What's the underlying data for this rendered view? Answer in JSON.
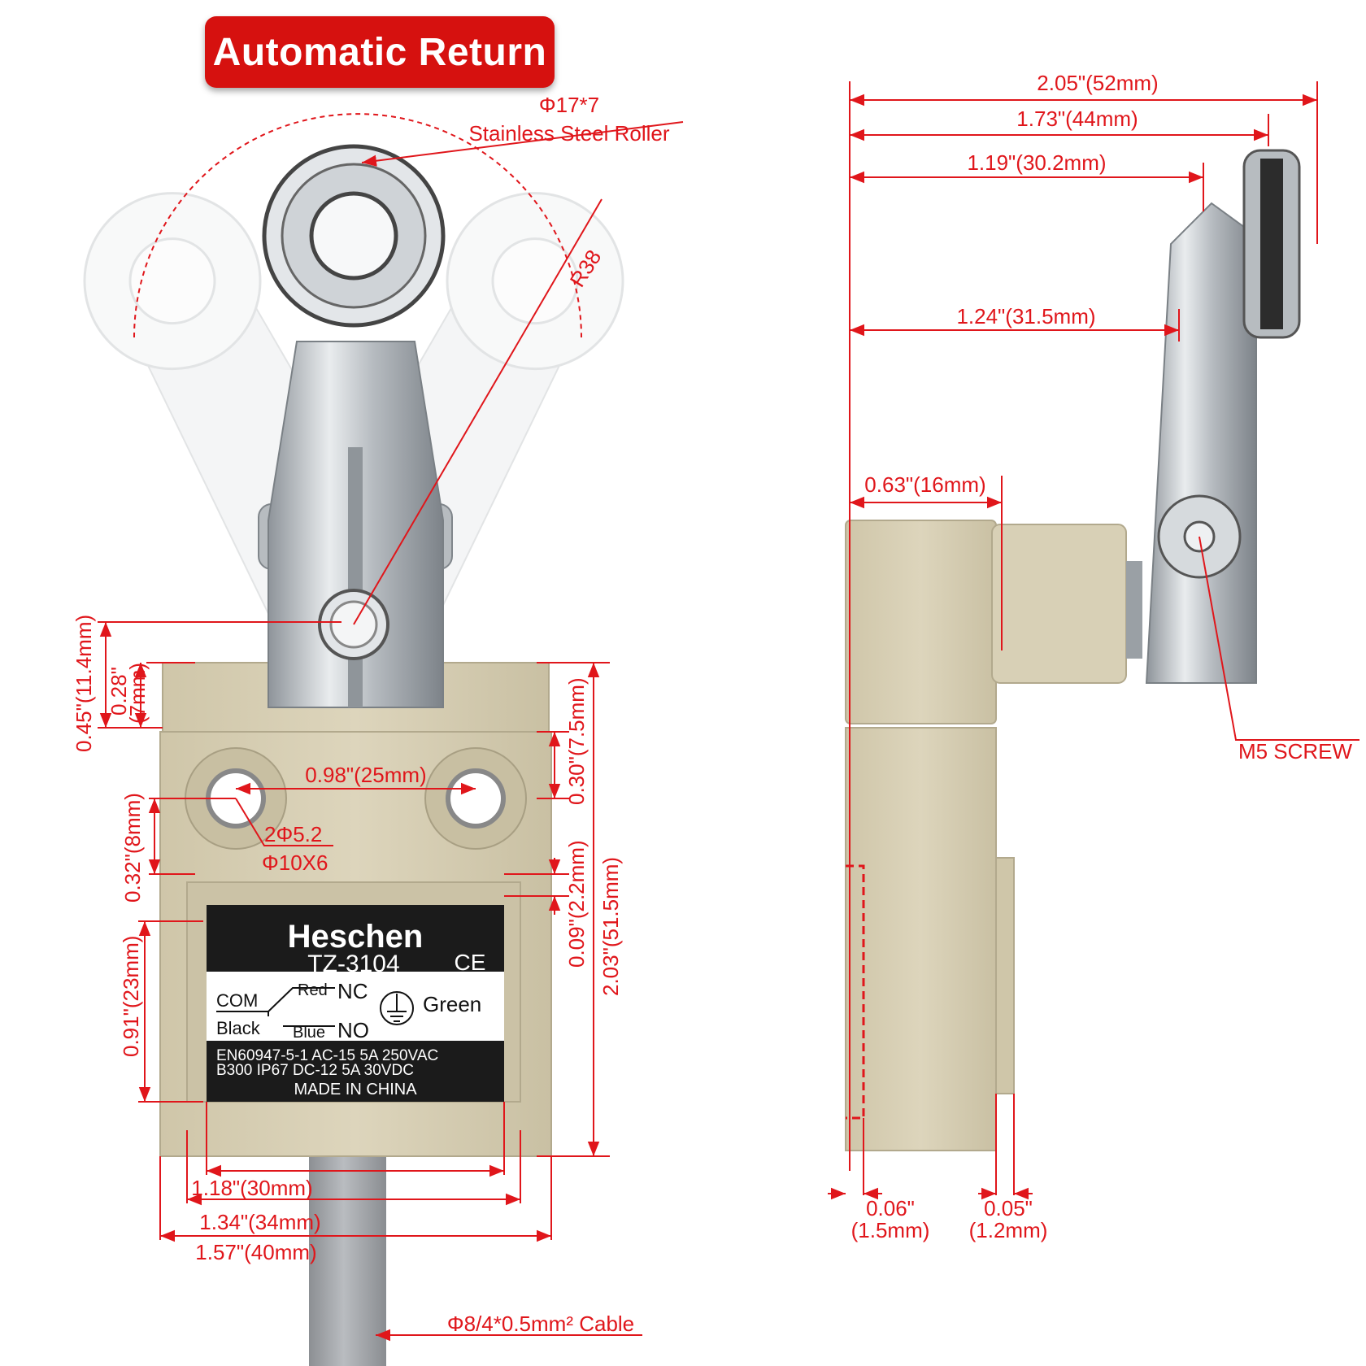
{
  "banner": "Automatic Return",
  "roller": {
    "size": "Φ17*7",
    "material": "Stainless Steel Roller"
  },
  "radius": "R38",
  "label_plate": {
    "brand": "Heschen",
    "model": "TZ-3104",
    "ce_mark": "CE",
    "com": "COM",
    "black": "Black",
    "red": "Red",
    "nc": "NC",
    "blue": "Blue",
    "no": "NO",
    "green": "Green",
    "spec_line1": "EN60947-5-1  AC-15   5A   250VAC",
    "spec_line2": "B300   IP67    DC-12   5A   30VDC",
    "made_in": "MADE IN CHINA"
  },
  "front_dims": {
    "d_045": "0.45\"(11.4mm)",
    "d_028": "0.28\"",
    "d_028mm": "(7mm)",
    "d_030": "0.30\"(7.5mm)",
    "d_098": "0.98\"(25mm)",
    "hole1": "2Φ5.2",
    "hole2": "Φ10X6",
    "d_032": "0.32\"(8mm)",
    "d_009": "0.09\"(2.2mm)",
    "d_203": "2.03\"(51.5mm)",
    "d_091": "0.91\"(23mm)",
    "d_118": "1.18\"(30mm)",
    "d_134": "1.34\"(34mm)",
    "d_157": "1.57\"(40mm)",
    "cable": "Φ8/4*0.5mm² Cable"
  },
  "side_dims": {
    "d_205": "2.05\"(52mm)",
    "d_173": "1.73\"(44mm)",
    "d_119": "1.19\"(30.2mm)",
    "d_124": "1.24\"(31.5mm)",
    "d_063": "0.63\"(16mm)",
    "screw": "M5 SCREW",
    "d_006": "0.06\"",
    "d_006mm": "(1.5mm)",
    "d_005": "0.05\"",
    "d_005mm": "(1.2mm)"
  },
  "colors": {
    "accent": "#e0161b",
    "banner": "#d6110f",
    "housing": "#d6cdb2",
    "metal": "#c8ccd0"
  }
}
